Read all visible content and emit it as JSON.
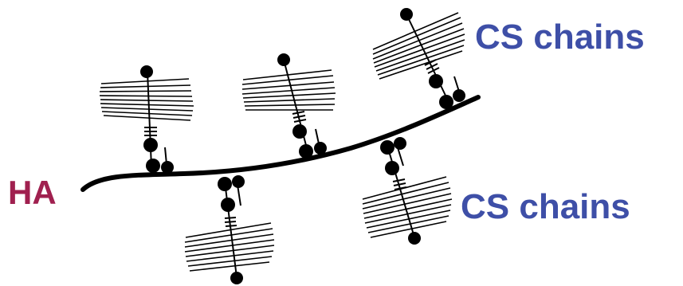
{
  "labels": {
    "ha": "HA",
    "cs_top": "CS chains",
    "cs_bottom": "CS chains"
  },
  "colors": {
    "ha_label": "#A0204F",
    "cs_label": "#3E4FA7",
    "ink": "#000000"
  },
  "proteoglycan_count": 5
}
